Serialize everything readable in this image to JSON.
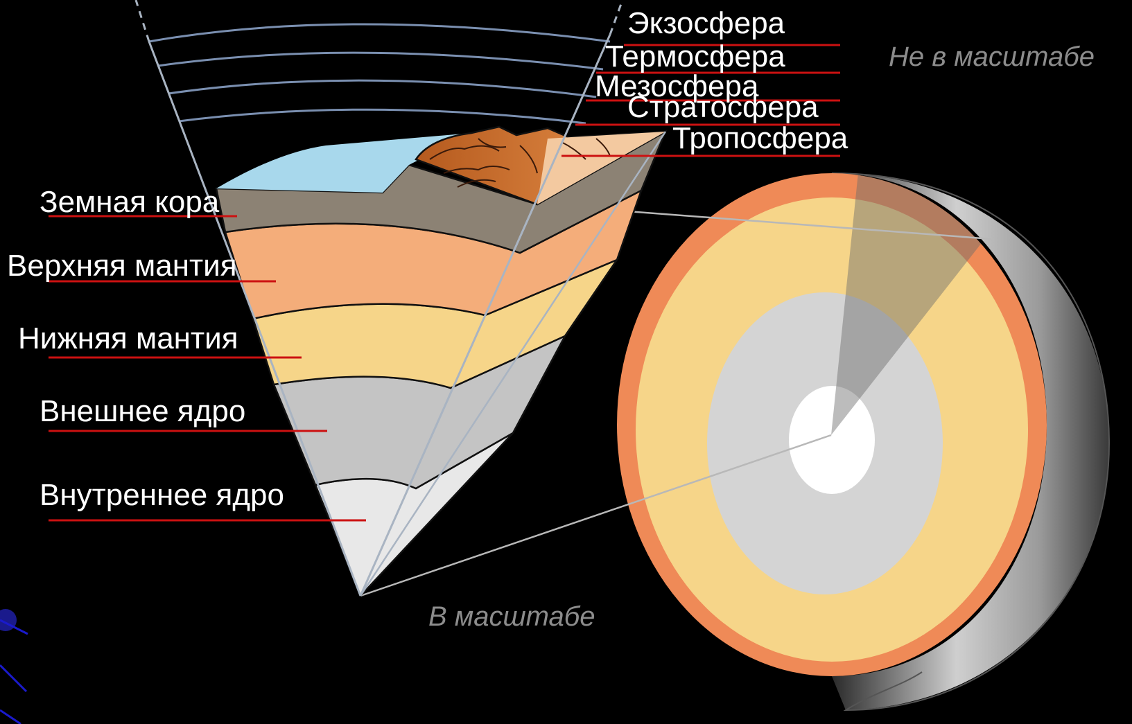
{
  "colors": {
    "background": "#000000",
    "leader": "#cc1111",
    "guide": "#a9b4c2",
    "crust": "#8c8274",
    "upper_mantle": "#f4ad7a",
    "lower_mantle": "#f6d589",
    "outer_core": "#c4c4c4",
    "inner_core": "#e8e8e8",
    "ocean": "#a8d8ec",
    "land": "#c8682a",
    "sphere_crust": "#ef8a57",
    "sphere_mantle": "#f6d589",
    "sphere_outer_core": "#d4d4d4",
    "sphere_inner_core": "#ffffff"
  },
  "atmosphere_labels": {
    "exosphere": "Экзосфера",
    "thermosphere": "Термосфера",
    "mesosphere": "Мезосфера",
    "stratosphere": "Стратосфера",
    "troposphere": "Тропосфера"
  },
  "layer_labels": {
    "crust": "Земная кора",
    "upper_mantle": "Верхняя мантия",
    "lower_mantle": "Нижняя мантия",
    "outer_core": "Внешнее ядро",
    "inner_core": "Внутреннее ядро"
  },
  "notes": {
    "not_to_scale": "Не в масштабе",
    "to_scale": "В масштабе"
  }
}
